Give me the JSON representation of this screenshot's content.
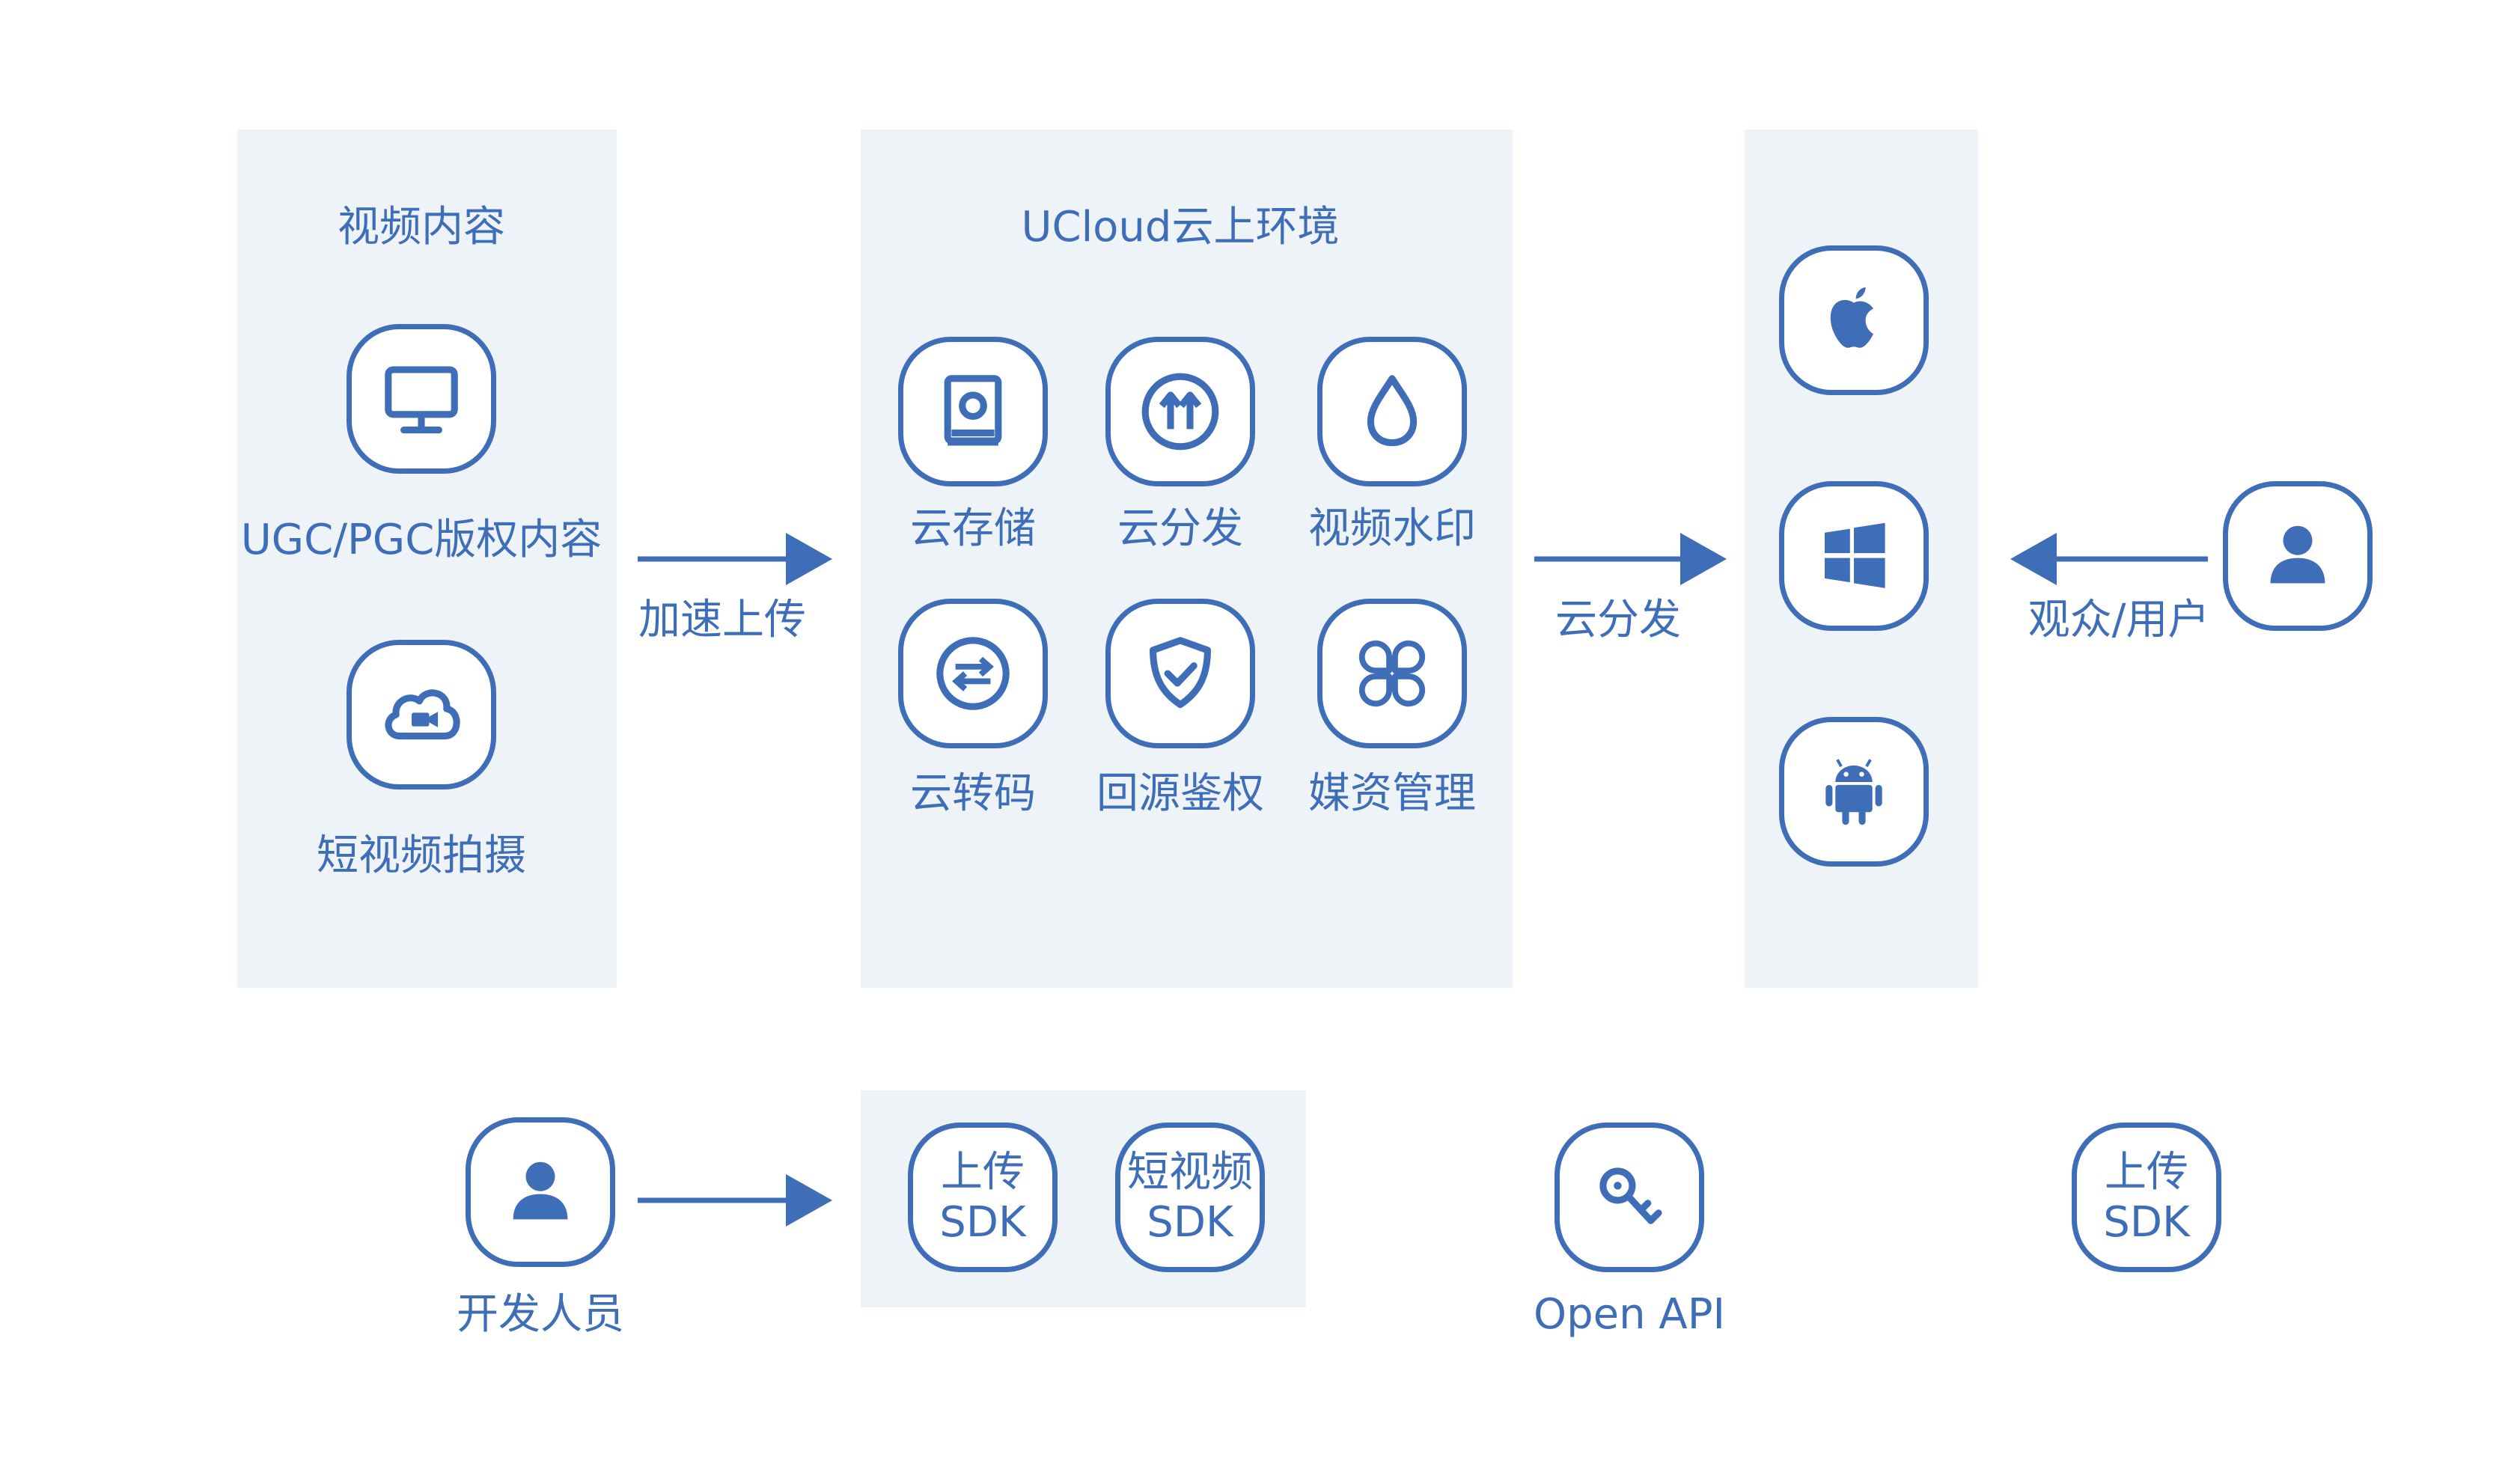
{
  "colors": {
    "accent": "#3f6eb8",
    "panel_bg": "#eef3f8"
  },
  "video_content": {
    "title": "视频内容",
    "items": [
      {
        "label": "UGC/PGC版权内容",
        "icon": "monitor-icon"
      },
      {
        "label": "短视频拍摄",
        "icon": "cloud-camera-icon"
      }
    ]
  },
  "arrow_upload": {
    "label": "加速上传"
  },
  "ucloud": {
    "title": "UCloud云上环境",
    "services": [
      {
        "label": "云存储",
        "icon": "storage-icon"
      },
      {
        "label": "云分发",
        "icon": "upload-arrows-icon"
      },
      {
        "label": "视频水印",
        "icon": "water-drop-icon"
      },
      {
        "label": "云转码",
        "icon": "transcode-icon"
      },
      {
        "label": "回源鉴权",
        "icon": "shield-check-icon"
      },
      {
        "label": "媒资管理",
        "icon": "clover-icon"
      }
    ]
  },
  "arrow_distribute": {
    "label": "云分发"
  },
  "platforms": [
    {
      "icon": "apple-icon"
    },
    {
      "icon": "windows-icon"
    },
    {
      "icon": "android-icon"
    }
  ],
  "arrow_viewer": {
    "label": "观众/用户"
  },
  "viewer": {
    "icon": "user-icon"
  },
  "developer": {
    "label": "开发人员",
    "icon": "user-icon"
  },
  "sdk_panel": [
    {
      "line1": "上传",
      "line2": "SDK"
    },
    {
      "line1": "短视频",
      "line2": "SDK"
    }
  ],
  "open_api": {
    "label": "Open API",
    "icon": "key-icon"
  },
  "standalone_sdk": {
    "line1": "上传",
    "line2": "SDK"
  }
}
